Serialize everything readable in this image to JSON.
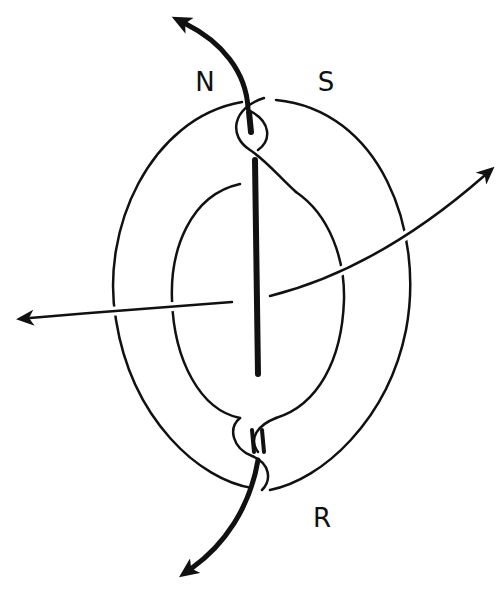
{
  "diagram": {
    "labels": [
      "N",
      "S",
      "R"
    ]
  }
}
